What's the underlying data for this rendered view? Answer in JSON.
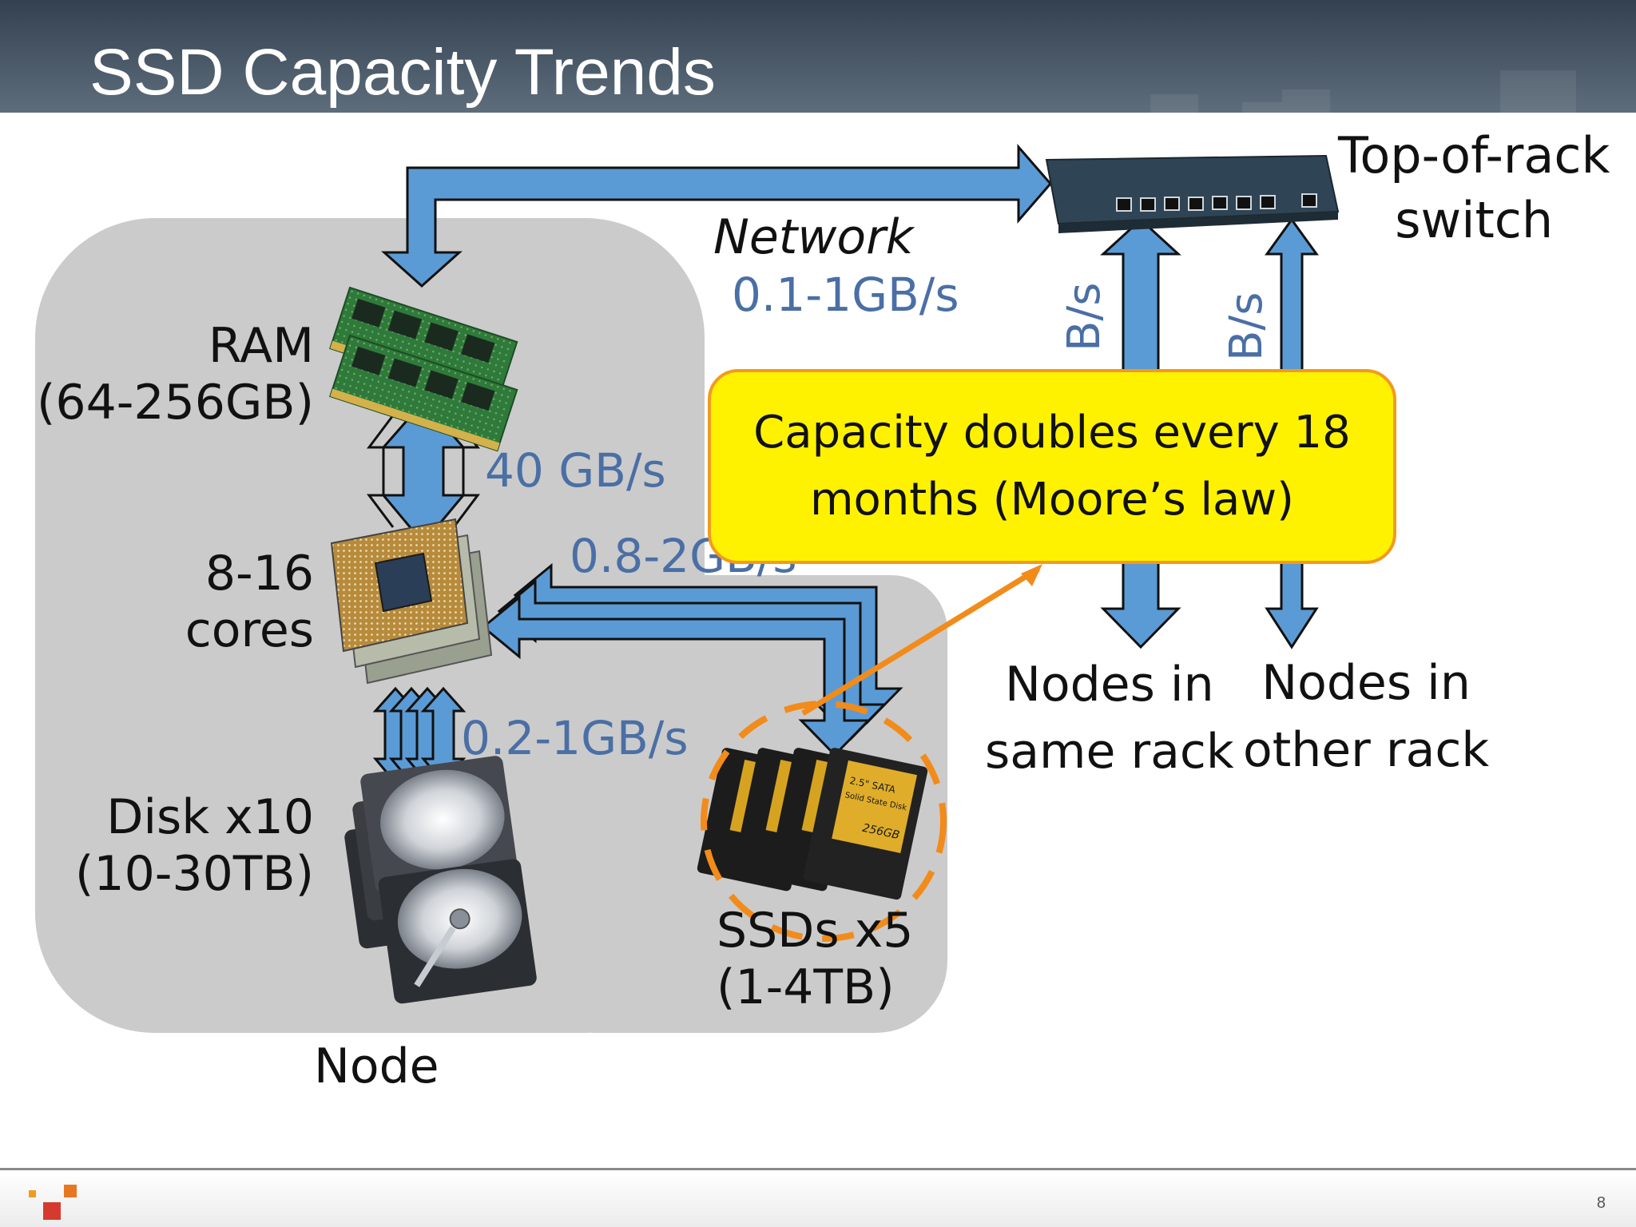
{
  "slide": {
    "title": "SSD Capacity Trends",
    "page_number": "8"
  },
  "diagram": {
    "node_label": "Node",
    "ram_label": [
      "RAM",
      "(64-256GB)"
    ],
    "cores_label": [
      "8-16",
      "cores"
    ],
    "disk_label": [
      "Disk x10",
      "(10-30TB)"
    ],
    "ssd_label": [
      "SSDs x5",
      "(1-4TB)"
    ],
    "switch_label": [
      "Top-of-rack",
      "switch"
    ],
    "nodes_same_rack": [
      "Nodes in",
      "same rack"
    ],
    "nodes_other_rack": [
      "Nodes in",
      "other rack"
    ],
    "network_label": "Network",
    "rates": {
      "network": "0.1-1GB/s",
      "ram_cpu": "40 GB/s",
      "cpu_ssd": "0.8-2GB/s",
      "cpu_disk": "0.2-1GB/s",
      "same_rack_partial": "B/s",
      "other_rack_partial": "B/s"
    },
    "ssd_chip_text": [
      "2.5\" SATA",
      "Solid State Disk",
      "256GB"
    ]
  },
  "callout": {
    "lines": [
      "Capacity doubles every 18",
      "months (Moore’s law)"
    ]
  },
  "colors": {
    "arrow_fill": "#5b9bd5",
    "arrow_stroke": "#111111",
    "callout_fill": "#fff200",
    "callout_border": "#f29a1f",
    "rate_text": "#4a6fa5",
    "header_dark": "#334150",
    "logo_orange": "#f29a1f",
    "logo_red": "#d63a2f"
  }
}
